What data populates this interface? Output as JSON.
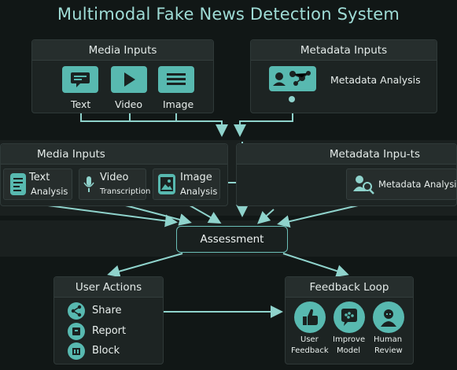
{
  "title": "Multimodal Fake News Detection System",
  "media_top": {
    "header": "Media Inputs",
    "items": [
      {
        "label": "Text",
        "icon": "chat-bubble-icon"
      },
      {
        "label": "Video",
        "icon": "play-icon"
      },
      {
        "label": "Image",
        "icon": "image-lines-icon"
      }
    ]
  },
  "meta_top": {
    "header": "Metadata Inputs",
    "label": "Metadata Analysis",
    "icon": "network-graph-icon"
  },
  "media_mid": {
    "header": "Media Inputs",
    "modules": [
      {
        "line1": "Text",
        "line2": "Analysis",
        "icon": "document-icon"
      },
      {
        "line1": "Video",
        "line2": "Transcription",
        "icon": "microphone-icon"
      },
      {
        "line1": "Image",
        "line2": "Analysis",
        "icon": "picture-icon"
      }
    ]
  },
  "meta_mid": {
    "header": "Metadata Inpu-ts",
    "label": "Metadata Analysis",
    "icon": "people-search-icon"
  },
  "assessment": "Assessment",
  "user_actions": {
    "header": "User Actions",
    "items": [
      {
        "label": "Share",
        "icon": "share-icon"
      },
      {
        "label": "Report",
        "icon": "report-icon"
      },
      {
        "label": "Block",
        "icon": "block-icon"
      }
    ]
  },
  "feedback": {
    "header": "Feedback Loop",
    "items": [
      {
        "line1": "User",
        "line2": "Feedback",
        "icon": "thumbs-up-icon"
      },
      {
        "line1": "Improve",
        "line2": "Model",
        "icon": "chat-brain-icon"
      },
      {
        "line1": "Human",
        "line2": "Review",
        "icon": "person-icon"
      }
    ]
  },
  "colors": {
    "accent": "#58b9b0",
    "background": "#111716",
    "panel": "#1d2423",
    "line": "#8fd3cc"
  }
}
